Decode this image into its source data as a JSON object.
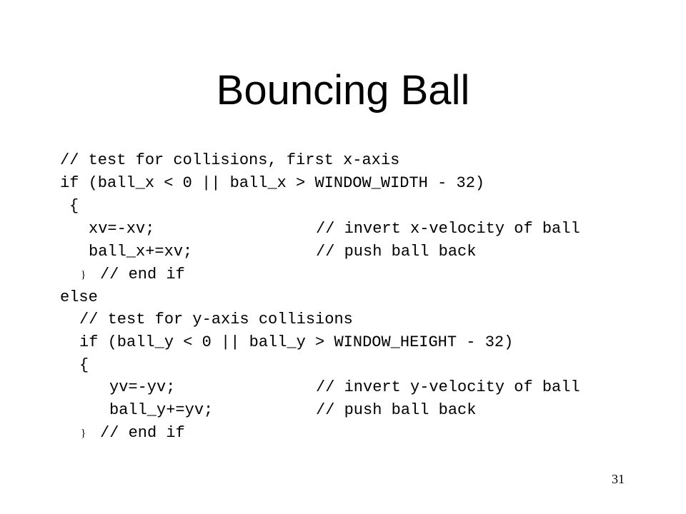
{
  "slide": {
    "title": "Bouncing Ball",
    "page_number": "31"
  },
  "code": {
    "lines": [
      {
        "text": "// test for collisions, first x-axis"
      },
      {
        "text": "if (ball_x < 0 || ball_x > WINDOW_WIDTH - 32)"
      },
      {
        "text": "{"
      },
      {
        "text": "xv=-xv;",
        "comment": "// invert x-velocity of ball"
      },
      {
        "text": "ball_x+=xv;",
        "comment": "// push ball back"
      },
      {
        "brace": "}",
        "text": "// end if"
      },
      {
        "text": "else"
      },
      {
        "text": "// test for y-axis collisions"
      },
      {
        "text": "if (ball_y < 0 || ball_y > WINDOW_HEIGHT - 32)"
      },
      {
        "text": "{"
      },
      {
        "text": "yv=-yv;",
        "comment": "// invert y-velocity of ball"
      },
      {
        "text": "ball_y+=yv;",
        "comment": "// push ball back"
      },
      {
        "brace": "}",
        "text": "// end if"
      }
    ]
  }
}
